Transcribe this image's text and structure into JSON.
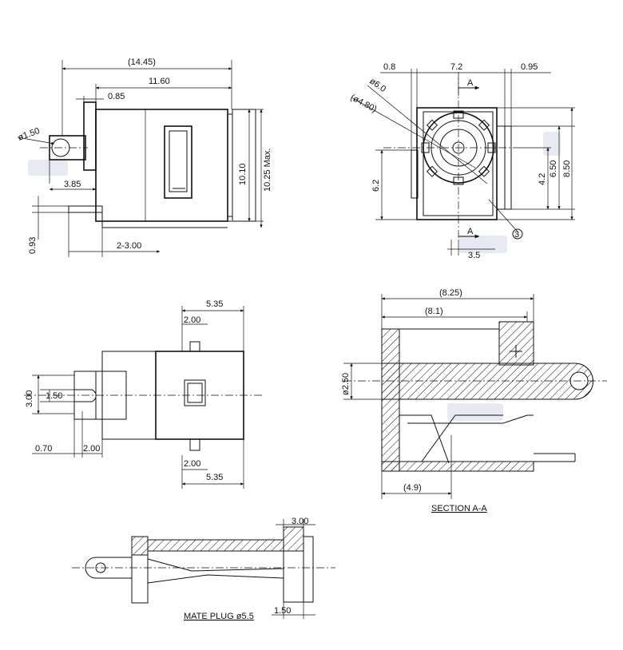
{
  "views": {
    "side_top_left": {
      "overall_length": "(14.45)",
      "body_length": "11.60",
      "pin_offset": "0.85",
      "hole_dia": "ø1.50",
      "pin_length": "3.85",
      "height": "10.10",
      "height_max": "10.25 Max.",
      "pin_thickness": "0.93",
      "lead_range": "2-3.00"
    },
    "front_top_right": {
      "left_margin": "0.8",
      "width": "7.2",
      "right_margin": "0.95",
      "outer_dia": "ø6.0",
      "inner_dia": "(ø4.80)",
      "section_mark_top": "A",
      "section_mark_bottom": "A",
      "center_height_right": "4.2",
      "height_650": "6.50",
      "height_850": "8.50",
      "left_height": "6.2",
      "bottom_width": "3.5",
      "callout": "3"
    },
    "bottom_middle_left": {
      "width_top": "5.35",
      "tab_top": "2.00",
      "hole_height": "3.00",
      "hole_dia": "1.50",
      "offset_070": "0.70",
      "offset_200": "2.00",
      "tab_bottom": "2.00",
      "width_bottom": "5.35"
    },
    "section_middle_right": {
      "overall": "(8.25)",
      "inner": "(8.1)",
      "pin_dia": "ø2.50",
      "depth": "(4.9)",
      "title": "SECTION A-A"
    },
    "plug_bottom": {
      "top_dim": "3.00",
      "bottom_dim": "1.50",
      "title": "MATE PLUG ø5.5"
    }
  }
}
